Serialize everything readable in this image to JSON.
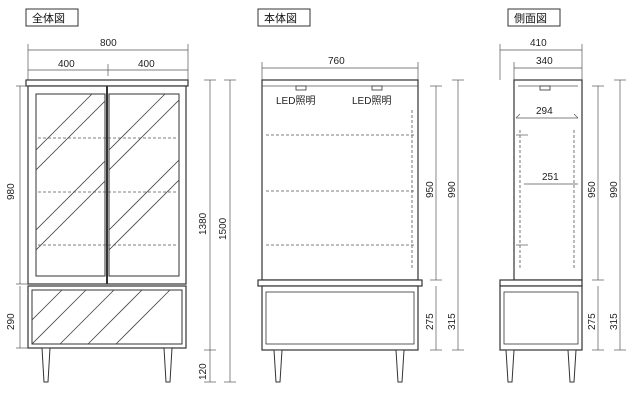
{
  "views": {
    "front": {
      "title": "全体図"
    },
    "body": {
      "title": "本体図"
    },
    "side": {
      "title": "側面図"
    }
  },
  "dims": {
    "front_width": "800",
    "front_half_left": "400",
    "front_half_right": "400",
    "front_upper_h": "980",
    "front_lower_h": "290",
    "front_total_h": "1380",
    "front_overall_h": "1500",
    "front_leg_h": "120",
    "body_width": "760",
    "body_upper_inner": "950",
    "body_upper_outer": "990",
    "body_lower_inner": "275",
    "body_lower_outer": "315",
    "side_depth": "410",
    "side_inner_depth": "340",
    "side_shelf_top": "294",
    "side_shelf_mid": "251",
    "side_upper_inner": "950",
    "side_upper_outer": "990",
    "side_lower_inner": "275",
    "side_lower_outer": "315"
  },
  "labels": {
    "led_left": "LED照明",
    "led_right": "LED照明"
  }
}
